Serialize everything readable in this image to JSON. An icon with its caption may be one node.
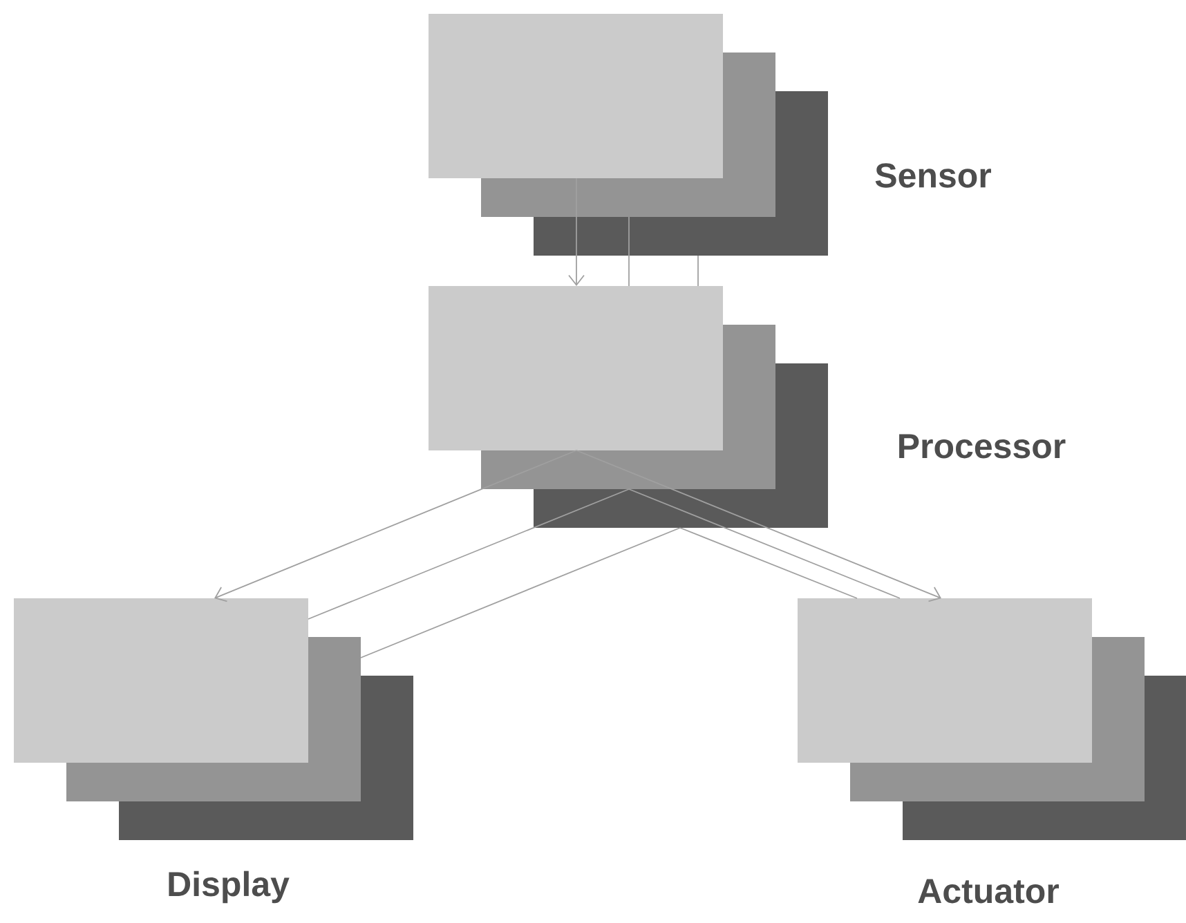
{
  "diagram": {
    "nodes": [
      {
        "text": [],
        "shape": "box",
        "beside": [
          "Sensor"
        ]
      },
      {
        "text": [],
        "shape": "box",
        "beside": [
          "Processor"
        ]
      },
      {
        "text": [],
        "shape": "box",
        "beside": [
          "Display"
        ]
      },
      {
        "text": [],
        "shape": "box",
        "beside": [
          "Actuator"
        ]
      }
    ],
    "edges": [
      {
        "from": 0,
        "to": 1,
        "arrow": "to"
      },
      {
        "from": 0,
        "to": 1,
        "arrow": "none"
      },
      {
        "from": 0,
        "to": 1,
        "arrow": "none"
      },
      {
        "from": 1,
        "to": 2,
        "arrow": "to"
      },
      {
        "from": 1,
        "to": 2,
        "arrow": "none"
      },
      {
        "from": 1,
        "to": 2,
        "arrow": "none"
      },
      {
        "from": 1,
        "to": 3,
        "arrow": "to"
      },
      {
        "from": 1,
        "to": 3,
        "arrow": "none"
      },
      {
        "from": 1,
        "to": 3,
        "arrow": "none"
      }
    ]
  }
}
